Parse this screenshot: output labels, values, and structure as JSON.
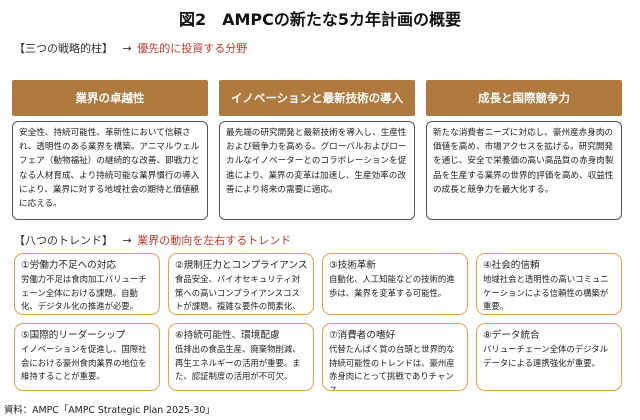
{
  "title": "図2　AMPCの新たな5カ年計画の概要",
  "pillars_section": {
    "heading": "【三つの戦略的柱】",
    "arrow": "→",
    "note": "優先的に投資する分野"
  },
  "pillars": [
    {
      "title": "業界の卓越性",
      "body": "安全性、持続可能性、革新性において信頼され、透明性のある業界を構築。アニマルウェルフェア（動物福祉）の継続的な改善、即戦力となる人材育成、より持続可能な業界慣行の導入により、業界に対する地域社会の期待と価値観に応える。"
    },
    {
      "title": "イノベーションと最新技術の導入",
      "body": "最先端の研究開発と最新技術を導入し、生産性および競争力を高める。グローバルおよびローカルなイノベーターとのコラボレーションを促進により、業界の変革は加速し、生産効率の改善により将来の需要に適応。"
    },
    {
      "title": "成長と国際競争力",
      "body": "新たな消費者ニーズに対応し、豪州産赤身肉の価値を高め、市場アクセスを拡げる。研究開発を通じ、安全で栄養価の高い高品質の赤身肉製品を生産する業界の世界的評価を高め、収益性の成長と競争力を最大化する。"
    }
  ],
  "trends_section": {
    "heading": "【八つのトレンド】",
    "arrow": "→",
    "note": "業界の動向を左右するトレンド"
  },
  "trends": [
    {
      "title": "①労働力不足への対応",
      "body": "労働力不足は食肉加工バリューチェーン全体における課題。自動化、デジタル化の推進が必要。"
    },
    {
      "title": "②規制圧力とコンプライアンス",
      "body": "食品安全、バイオセキュリティ対策への高いコンプライアンスコストが課題。複雑な要件の簡素化、合理化が必要。"
    },
    {
      "title": "③技術革新",
      "body": "自動化、人工知能などの技術的進歩は、業界を変革する可能性。"
    },
    {
      "title": "④社会的信頼",
      "body": "地域社会と透明性の高いコミュニケーションによる信頼性の構築が重要。"
    },
    {
      "title": "⑤国際的リーダーシップ",
      "body": "イノベーションを促進し、国際社会における豪州食肉業界の地位を維持することが重要。"
    },
    {
      "title": "⑥持続可能性、環境配慮",
      "body": "低排出の食品生産、廃棄物削減、再生エネルギーの活用が重要。また、認証制度の活用が不可欠。"
    },
    {
      "title": "⑦消費者の嗜好",
      "body": "代替たんぱく質の台頭と世界的な持続可能性のトレンドは、豪州産赤身肉にとって挑戦でありチャンス。"
    },
    {
      "title": "⑧データ統合",
      "body": "バリューチェーン全体のデジタルデータによる連携強化が重要。"
    }
  ],
  "source": "資料：AMPC「AMPC Strategic Plan 2025-30」",
  "colors": {
    "pillar_header": "#b0793d",
    "trend_border": "#e6a14a",
    "note_red": "#c0392b"
  }
}
